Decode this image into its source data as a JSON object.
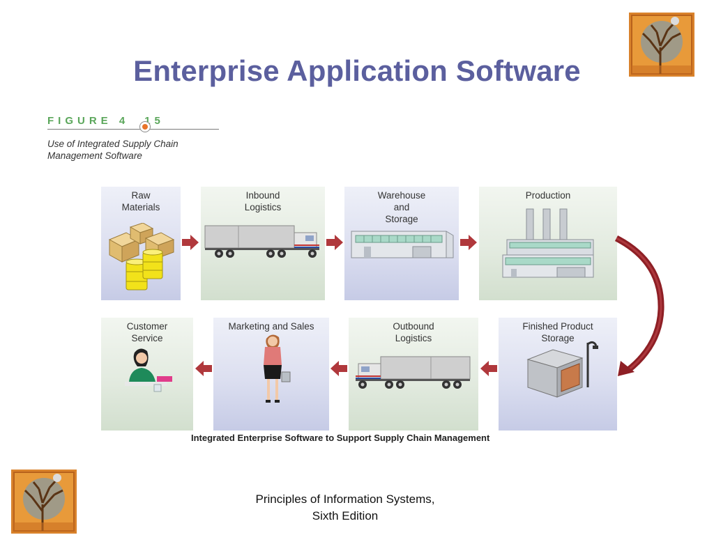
{
  "slide": {
    "title": "Enterprise Application Software"
  },
  "figure": {
    "label_left": "FIGURE 4",
    "label_right": "15",
    "caption_line1": "Use of Integrated Supply Chain",
    "caption_line2": "Management Software"
  },
  "diagram": {
    "steps": [
      {
        "label": [
          "Raw",
          "Materials"
        ]
      },
      {
        "label": [
          "Inbound",
          "Logistics"
        ]
      },
      {
        "label": [
          "Warehouse",
          "and",
          "Storage"
        ]
      },
      {
        "label": [
          "Production"
        ]
      },
      {
        "label": [
          "Finished Product",
          "Storage"
        ]
      },
      {
        "label": [
          "Outbound",
          "Logistics"
        ]
      },
      {
        "label": [
          "Marketing and Sales"
        ]
      },
      {
        "label": [
          "Customer",
          "Service"
        ]
      }
    ],
    "caption": "Integrated Enterprise Software to Support Supply Chain Management"
  },
  "footer": {
    "line1": "Principles of Information Systems,",
    "line2": "Sixth Edition"
  },
  "colors": {
    "title": "#5b5f9e",
    "figure_label": "#5aa65a",
    "arrow": "#b0383c",
    "curved_arrow": "#8e1f25"
  }
}
